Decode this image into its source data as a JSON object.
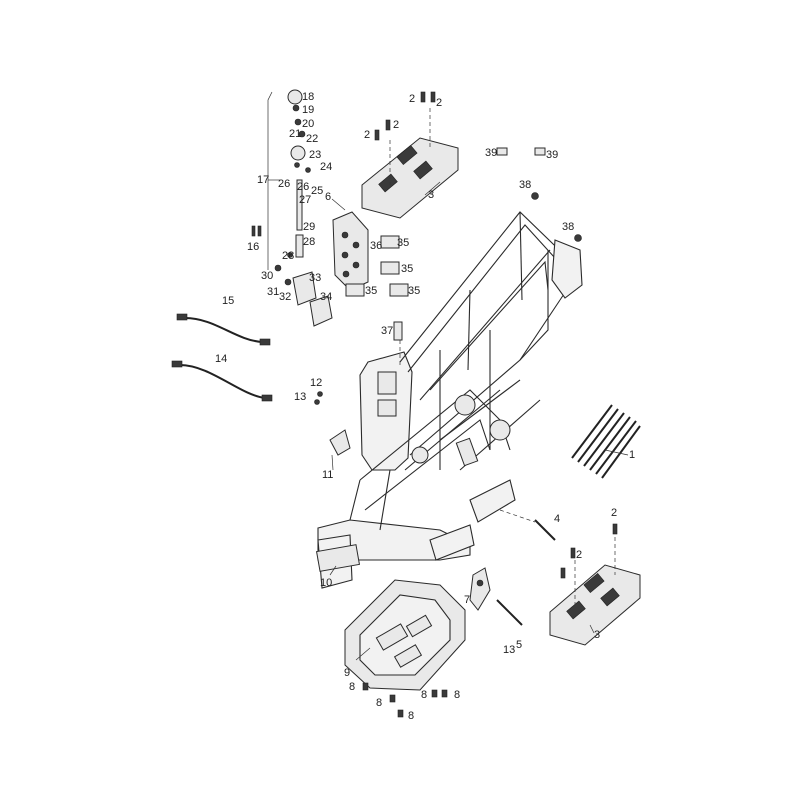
{
  "labels": [
    {
      "id": "1",
      "text": "1"
    },
    {
      "id": "2a",
      "text": "2"
    },
    {
      "id": "2b",
      "text": "2"
    },
    {
      "id": "2c",
      "text": "2"
    },
    {
      "id": "2d",
      "text": "2"
    },
    {
      "id": "2e",
      "text": "2"
    },
    {
      "id": "2f",
      "text": "2"
    },
    {
      "id": "3a",
      "text": "3"
    },
    {
      "id": "3b",
      "text": "3"
    },
    {
      "id": "4",
      "text": "4"
    },
    {
      "id": "5",
      "text": "5"
    },
    {
      "id": "6",
      "text": "6"
    },
    {
      "id": "7",
      "text": "7"
    },
    {
      "id": "8a",
      "text": "8"
    },
    {
      "id": "8b",
      "text": "8"
    },
    {
      "id": "8c",
      "text": "8"
    },
    {
      "id": "8d",
      "text": "8"
    },
    {
      "id": "8e",
      "text": "8"
    },
    {
      "id": "9",
      "text": "9"
    },
    {
      "id": "10",
      "text": "10"
    },
    {
      "id": "11",
      "text": "11"
    },
    {
      "id": "12",
      "text": "12"
    },
    {
      "id": "13a",
      "text": "13"
    },
    {
      "id": "13b",
      "text": "13"
    },
    {
      "id": "14",
      "text": "14"
    },
    {
      "id": "15",
      "text": "15"
    },
    {
      "id": "16",
      "text": "16"
    },
    {
      "id": "17",
      "text": "17"
    },
    {
      "id": "18",
      "text": "18"
    },
    {
      "id": "19",
      "text": "19"
    },
    {
      "id": "20",
      "text": "20"
    },
    {
      "id": "21",
      "text": "21"
    },
    {
      "id": "22",
      "text": "22"
    },
    {
      "id": "23",
      "text": "23"
    },
    {
      "id": "24",
      "text": "24"
    },
    {
      "id": "25",
      "text": "25"
    },
    {
      "id": "26a",
      "text": "26"
    },
    {
      "id": "26b",
      "text": "26"
    },
    {
      "id": "27",
      "text": "27"
    },
    {
      "id": "28a",
      "text": "28"
    },
    {
      "id": "28b",
      "text": "28"
    },
    {
      "id": "29",
      "text": "29"
    },
    {
      "id": "30",
      "text": "30"
    },
    {
      "id": "31",
      "text": "31"
    },
    {
      "id": "32",
      "text": "32"
    },
    {
      "id": "33",
      "text": "33"
    },
    {
      "id": "34",
      "text": "34"
    },
    {
      "id": "35a",
      "text": "35"
    },
    {
      "id": "35b",
      "text": "35"
    },
    {
      "id": "35c",
      "text": "35"
    },
    {
      "id": "35d",
      "text": "35"
    },
    {
      "id": "36",
      "text": "36"
    },
    {
      "id": "37",
      "text": "37"
    },
    {
      "id": "38a",
      "text": "38"
    },
    {
      "id": "38b",
      "text": "38"
    },
    {
      "id": "39a",
      "text": "39"
    },
    {
      "id": "39b",
      "text": "39"
    }
  ]
}
